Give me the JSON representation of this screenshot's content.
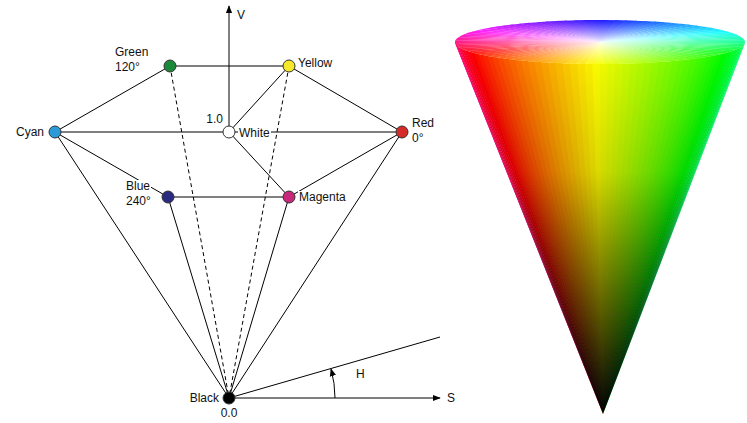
{
  "diagram": {
    "labels": [
      "V",
      "Green",
      "120°",
      "Yellow",
      "1.0",
      "White",
      "Cyan",
      "Red",
      "0°",
      "Blue",
      "240°",
      "Magenta",
      "H",
      "S",
      "Black",
      "0.0"
    ]
  }
}
